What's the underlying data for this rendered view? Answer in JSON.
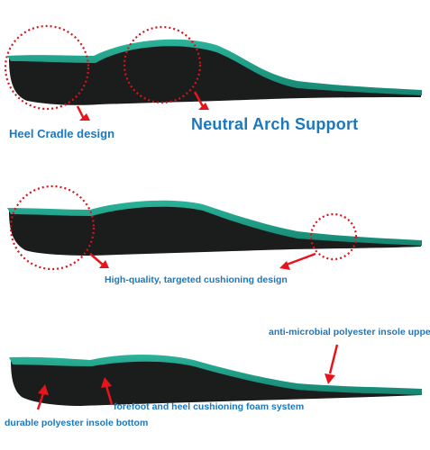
{
  "colors": {
    "label_blue": "#1b78bd",
    "pointer_red": "#e8141c",
    "marker_red": "#d8141a",
    "insole_top": "#1f9d86",
    "insole_black": "#1b1c1c"
  },
  "panels": [
    {
      "labels": {
        "heel": "Heel Cradle design",
        "arch": "Neutral Arch Support"
      }
    },
    {
      "labels": {
        "cushioning": "High-quality, targeted cushioning design"
      }
    },
    {
      "labels": {
        "upper": "anti-microbial polyester insole upper",
        "foam": "forefoot and heel cushioning foam system",
        "bottom": "durable polyester insole bottom"
      }
    }
  ]
}
